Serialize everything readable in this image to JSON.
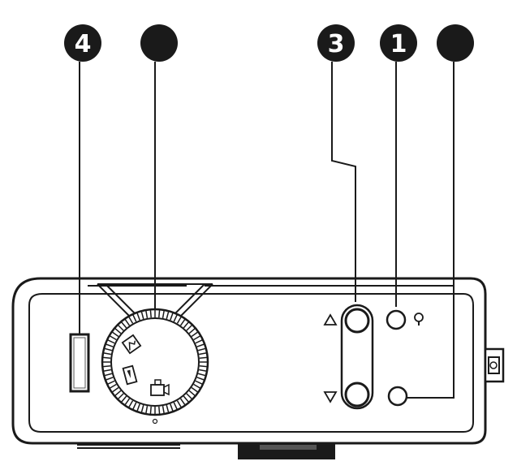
{
  "diagram": {
    "line_color": "#1a1a1a",
    "callouts": [
      {
        "id": "callout-4",
        "label": "4"
      },
      {
        "id": "callout-blank-left",
        "label": ""
      },
      {
        "id": "callout-3",
        "label": "3"
      },
      {
        "id": "callout-1",
        "label": "1"
      },
      {
        "id": "callout-blank-right",
        "label": ""
      }
    ],
    "controls": {
      "left_button": "rectangular-button",
      "dial": "mode-dial",
      "up_arrow_icon": "triangle-up-icon",
      "down_arrow_icon": "triangle-down-icon",
      "bulb_icon": "bulb-icon"
    }
  }
}
